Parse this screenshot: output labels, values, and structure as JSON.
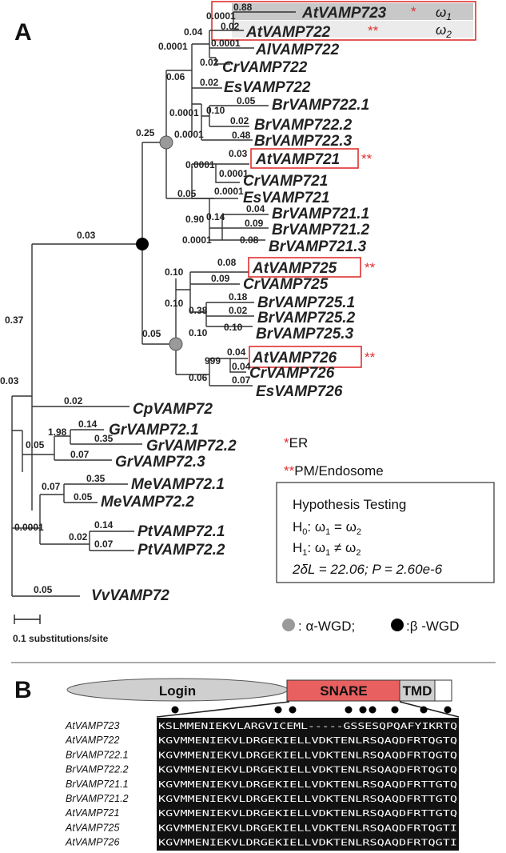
{
  "panel_a": {
    "label": "A",
    "taxa": [
      {
        "id": "at723",
        "name": "AtVAMP723",
        "bl": "0.88",
        "mark": "*",
        "omega": "ω",
        "omega_sub": "1"
      },
      {
        "id": "at722",
        "name": "AtVAMP722",
        "bl": "0.02",
        "mark": "**",
        "omega": "ω",
        "omega_sub": "2"
      },
      {
        "id": "al722",
        "name": "AlVAMP722",
        "bl": "0.0001"
      },
      {
        "id": "cr722",
        "name": "CrVAMP722",
        "bl": "0.02"
      },
      {
        "id": "es722",
        "name": "EsVAMP722",
        "bl": "0.02"
      },
      {
        "id": "br7221",
        "name": "BrVAMP722.1",
        "bl": "0.05"
      },
      {
        "id": "br7222",
        "name": "BrVAMP722.2",
        "bl": "0.02"
      },
      {
        "id": "br7223",
        "name": "BrVAMP722.3",
        "bl": "0.48"
      },
      {
        "id": "at721",
        "name": "AtVAMP721",
        "bl": "0.03",
        "mark": "**"
      },
      {
        "id": "cr721",
        "name": "CrVAMP721",
        "bl": "0.0001"
      },
      {
        "id": "es721",
        "name": "EsVAMP721",
        "bl": "0.0001"
      },
      {
        "id": "br7211",
        "name": "BrVAMP721.1",
        "bl": "0.04"
      },
      {
        "id": "br7212",
        "name": "BrVAMP721.2",
        "bl": "0.09"
      },
      {
        "id": "br7213",
        "name": "BrVAMP721.3",
        "bl": "0.08"
      },
      {
        "id": "at725",
        "name": "AtVAMP725",
        "bl": "0.08",
        "mark": "**"
      },
      {
        "id": "cr725",
        "name": "CrVAMP725",
        "bl": "0.09"
      },
      {
        "id": "br7251",
        "name": "BrVAMP725.1",
        "bl": "0.18"
      },
      {
        "id": "br7252",
        "name": "BrVAMP725.2",
        "bl": "0.02"
      },
      {
        "id": "br7253",
        "name": "BrVAMP725.3",
        "bl": "0.10"
      },
      {
        "id": "at726",
        "name": "AtVAMP726",
        "bl": "0.04",
        "mark": "**"
      },
      {
        "id": "cr726",
        "name": "CrVAMP726",
        "bl": "0.04"
      },
      {
        "id": "es726",
        "name": "EsVAMP726",
        "bl": "0.07"
      },
      {
        "id": "cp72",
        "name": "CpVAMP72",
        "bl": "0.02"
      },
      {
        "id": "gr721",
        "name": "GrVAMP72.1",
        "bl": "0.14"
      },
      {
        "id": "gr722",
        "name": "GrVAMP72.2",
        "bl": "0.35"
      },
      {
        "id": "gr723",
        "name": "GrVAMP72.3",
        "bl": "0.07"
      },
      {
        "id": "me721",
        "name": "MeVAMP72.1",
        "bl": "0.35"
      },
      {
        "id": "me722",
        "name": "MeVAMP72.2",
        "bl": "0.05"
      },
      {
        "id": "pt721",
        "name": "PtVAMP72.1",
        "bl": "0.14"
      },
      {
        "id": "pt722",
        "name": "PtVAMP72.2",
        "bl": "0.07"
      },
      {
        "id": "vv72",
        "name": "VvVAMP72",
        "bl": "0.05"
      }
    ],
    "internal_branch_labels": {
      "n723_722": "0.0001",
      "n_at": "0.04",
      "n_al": "0.0001",
      "n_cr722": "0.06",
      "n_es722": "0.0001",
      "n_br722": "0.10",
      "n_br722b": "0.0001",
      "n_alpha1": "0.25",
      "n_at721": "0.0001",
      "n_es721": "0.05",
      "n_br721": "0.90",
      "n_br721b": "0.14",
      "n_br721c": "0.0001",
      "n_beta": "0.03",
      "n_725": "0.10",
      "n_725b": "0.10",
      "n_br725": "0.38",
      "n_br725b": "0.10",
      "n_alpha2": "0.05",
      "n_726": "999",
      "n_726b": "0.06",
      "n_root": "0.37",
      "n_root2": "0.03",
      "n_gr": "1.98",
      "n_gr2": "0.05",
      "n_me": "0.07",
      "n_pt": "0.0001",
      "n_pt2": "0.02"
    },
    "legend": {
      "er_mark": "*",
      "er_label": "ER",
      "pm_mark": "**",
      "pm_label": "PM/Endosome"
    },
    "hypothesis": {
      "title": "Hypothesis Testing",
      "h0_label": "H",
      "h0_sub": "0",
      "h0_text": ": ω",
      "h1_label": "H",
      "h1_sub": "1",
      "h1_text": ": ω",
      "stat": "2δL = 22.06; P = 2.60e-6"
    },
    "scale": {
      "label": "0.1 substitutions/site"
    },
    "wgd_legend": {
      "alpha": ": α-WGD;",
      "beta": ":β -WGD"
    }
  },
  "panel_b": {
    "label": "B",
    "domains": {
      "longin": "Login",
      "snare": "SNARE",
      "tmd": "TMD"
    },
    "alignment": {
      "rows": [
        {
          "name": "AtVAMP723",
          "seq": "KSLMMENIEKVLARGVICEML-----GSSESQPQAFYIKRTQ"
        },
        {
          "name": "AtVAMP722",
          "seq": "KGVMMENIEKVLDRGEKIELLVDKTENLRSQAQDFRTQGTQ"
        },
        {
          "name": "BrVAMP722.1",
          "seq": "KGVMMENIEKVLDRGEKIELLVDKTENLRSQAQDFRTQGTQ"
        },
        {
          "name": "BrVAMP722.2",
          "seq": "KGVMMENIEKVLDRGEKIELLVDKTENLRSQAQDFRTQGTQ"
        },
        {
          "name": "BrVAMP721.1",
          "seq": "KGVMMENIEKVLDRGEKIELLVDKTENLRSQAQDFRTTGTQ"
        },
        {
          "name": "BrVAMP721.2",
          "seq": "KGVMMENIEKVLDRGEKIELLVDKTENLRSQAQDFRTTGTQ"
        },
        {
          "name": "AtVAMP721",
          "seq": "KGVMMENIEKVLDRGEKIELLVDKTENLRSQAQDFRTTGTQ"
        },
        {
          "name": "AtVAMP725",
          "seq": "KGVMMENIEKVLDRGEKIELLVDKTENLRSQAQDFRTQGTI"
        },
        {
          "name": "AtVAMP726",
          "seq": "KGVMMENIEKVLDRGEKIELLVDKTENLRSQAQDFRTQGTI"
        }
      ]
    }
  },
  "colors": {
    "highlight_red": "#e03030",
    "gray_node": "#9a9a9a",
    "black_node": "#000000",
    "snare_fill": "#e86060",
    "longin_fill": "#cfcfcf"
  }
}
